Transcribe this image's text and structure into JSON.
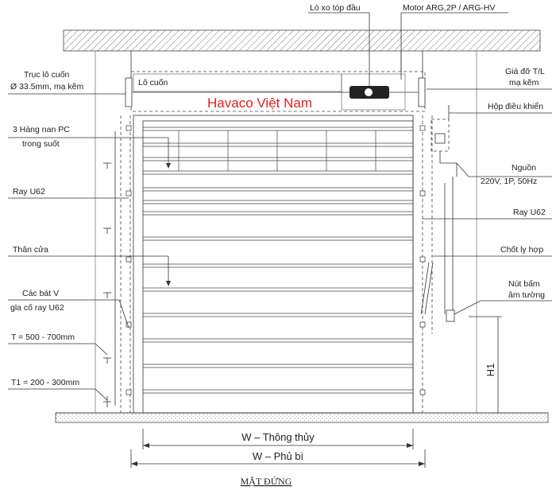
{
  "brand": "Havaco Việt Nam",
  "title": "MẶT ĐỨNG",
  "labels": {
    "spring": "Lò xo tóp đầu",
    "motor": "Motor ARG,2P / ARG-HV",
    "axle_1": "Trục lô cuốn",
    "axle_2": "Ø 33.5mm, mạ kẽm",
    "roller": "Lô cuốn",
    "bracket_1": "Giá đỡ T/L",
    "bracket_2": "mạ kẽm",
    "control_box": "Hộp điều khiển",
    "pc_rows_1": "3 Hàng nan PC",
    "pc_rows_2": "trong suốt",
    "power_1": "Nguồn",
    "power_2": "220V, 1P, 50Hz",
    "rail_left": "Ray U62",
    "rail_right": "Ray U62",
    "door_body": "Thân cửa",
    "clutch": "Chốt ly hợp",
    "vbracket_1": "Các bát V",
    "vbracket_2": "gla cố ray U62",
    "button_1": "Nút bấm",
    "button_2": "âm tường",
    "t_range": "T = 500 - 700mm",
    "t1_range": "T1 = 200 - 300mm",
    "h1": "H1",
    "w_clear": "W – Thông thủy",
    "w_cover": "W – Phủ bì"
  },
  "colors": {
    "brand": "#e02020",
    "line": "#333333"
  }
}
